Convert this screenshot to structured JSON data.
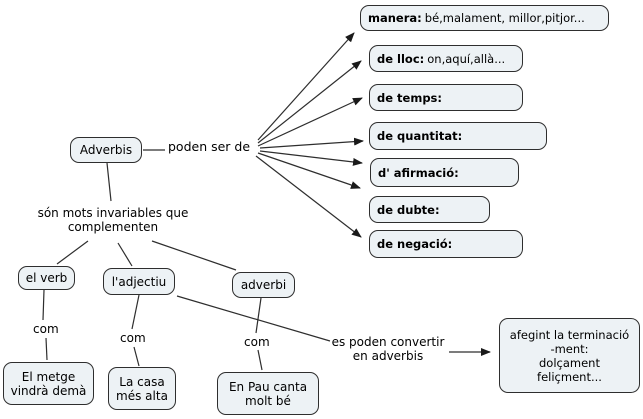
{
  "diagram": {
    "root_label": "Adverbis",
    "relation_types": "poden ser de",
    "invariable_note": "són mots invariables que\ncomplementen",
    "com_label": "com",
    "complements": {
      "verb": "el verb",
      "adjective": "l'adjectiu",
      "adverb": "adverbi"
    },
    "examples": {
      "verb": "El metge\nvindrà demà",
      "adjective": "La casa\nmés alta",
      "adverb": "En Pau canta\nmolt bé"
    },
    "convert_note": "es poden convertir\nen adverbis",
    "convert_result": "afegint la terminació\n-ment:\ndolçament\nfeliçment...",
    "types": [
      {
        "bold": "manera:",
        "rest": "bé,malament, millor,pitjor..."
      },
      {
        "bold": "de lloc:",
        "rest": "on,aquí,allà..."
      },
      {
        "bold": "de temps:",
        "rest": ""
      },
      {
        "bold": "de quantitat:",
        "rest": ""
      },
      {
        "bold": "d' afirmació:",
        "rest": ""
      },
      {
        "bold": "de dubte:",
        "rest": ""
      },
      {
        "bold": "de negació:",
        "rest": ""
      }
    ],
    "colors": {
      "node_fill": "#edf2f5",
      "node_border": "#2e2e2e",
      "line": "#2e2e2e",
      "text": "#000000",
      "background": "#ffffff"
    }
  }
}
